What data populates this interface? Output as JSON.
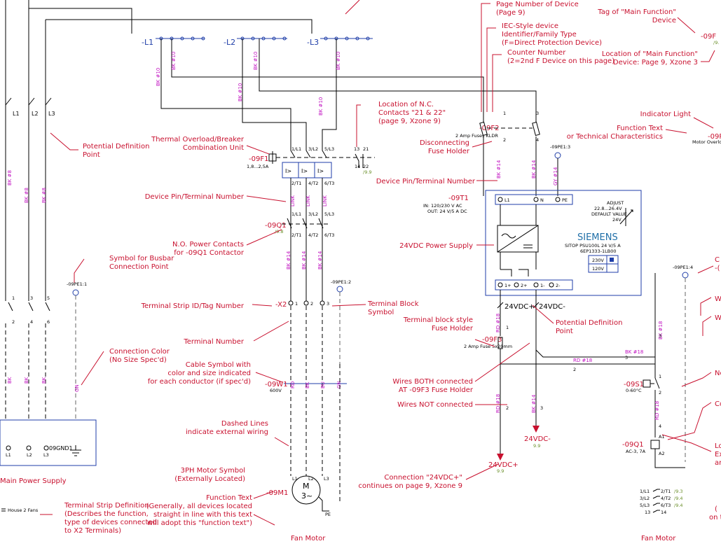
{
  "bus": {
    "l1": "-L1",
    "l2": "-L2",
    "l3": "-L3"
  },
  "left": {
    "phase_l1": "L1",
    "phase_l2": "L2",
    "phase_l3": "L3",
    "wire_bk8": "BK #8",
    "busbar_pe": "-09PE1:1",
    "contact_tags": [
      "1",
      "3",
      "5",
      "2",
      "4",
      "6"
    ],
    "wire_bk": "BK",
    "wire_gn": "GN",
    "terminals": [
      "L1",
      "L2",
      "L3"
    ],
    "ground_tag": "09GND1",
    "main_supply": "Main Power Supply",
    "house_fans": "House 2 Fans"
  },
  "annotations": {
    "potential_def": "Potential Definition\nPoint",
    "busbar_symbol": "Symbol for Busbar\nConnection Point",
    "conn_color": "Connection Color\n(No Size Spec'd)",
    "strip_def": "Terminal Strip Definition\n(Describes the function,\ntype of devices connected\nto X2 Terminals)",
    "thermal": "Thermal Overload/Breaker\nCombination Unit",
    "dev_pin": "Device Pin/Terminal Number",
    "no_contacts": "N.O. Power Contacts\nfor -09Q1 Contactor",
    "strip_id": "Terminal Strip ID/Tag Number",
    "term_num": "Terminal Number",
    "cable_sym": "Cable Symbol with\ncolor and size indicated\nfor each conductor (if spec'd)",
    "dashed": "Dashed Lines\nindicate external wiring",
    "motor_sym": "3PH Motor Symbol\n(Externally Located)",
    "func_text": "Function Text\n(Generally, all devices located\nstraight in line with this text\nwill adopt this \"function text\")",
    "nc_loc": "Location of N.C.\nContacts \"21 & 22\"\n(page 9, Xzone 9)",
    "tb_symbol": "Terminal Block\nSymbol",
    "page_num": "Page Number of Device\n(Page 9)",
    "iec": "IEC-Style device\nIdentifier/Family Type\n(F=Direct Protection Device)",
    "counter": "Counter Number\n(2=2nd F Device on this page)",
    "disc_fuse": "Disconnecting\nFuse Holder",
    "dev_pin2": "Device Pin/Terminal Number",
    "psu": "24VDC Power Supply",
    "tb_fuse": "Terminal block style\nFuse Holder",
    "potential_def2": "Potential Definition\nPoint",
    "wires_both": "Wires BOTH connected\nAT -09F3 Fuse Holder",
    "wires_not": "Wires NOT connected",
    "conn_24": "Connection \"24VDC+\"\ncontinues on page 9, Xzone 9",
    "tag_main": "Tag of \"Main Function\"\nDevice",
    "loc_main": "Location of \"Main Function\"\nDevice: Page 9, Xzone 3",
    "indicator": "Indicator Light",
    "func_text2": "Function Text\nor Technical Characteristics",
    "c_right": "C\n-(",
    "w1": "W",
    "w2": "W",
    "norm": "Norma",
    "conta": "Contac",
    "loc_r": "Lo\nEx\nare",
    "on_r": "(\non t"
  },
  "middle": {
    "bk10": "BK #10",
    "f1_tag": "-09F1",
    "f1_range": "1,8...2,5A",
    "f1_top": [
      "1/L1",
      "3/L2",
      "5/L3",
      "13",
      "21"
    ],
    "f1_bot": [
      "2/T1",
      "4/T2",
      "6/T3",
      "14",
      "22"
    ],
    "f1_ref": "/9.9",
    "link": "LINK",
    "q1_tag": "-09Q1",
    "q1_ref": "/9.8",
    "q1_top": [
      "1/L1",
      "3/L2",
      "5/L3"
    ],
    "q1_bot": [
      "2/T1",
      "4/T2",
      "6/T3"
    ],
    "bk14": "BK #14",
    "pe2": "-09PE1:2",
    "x2_tag": "-X2",
    "x2_terms": [
      "1",
      "2",
      "3"
    ],
    "w1_tag": "-09W1",
    "w1_volt": "600V",
    "cable_colors": [
      "RD",
      "BK",
      "BU",
      "GN"
    ],
    "motor_tag": "-09M1",
    "motor_m": "M",
    "motor_3": "3~",
    "motor_terms": [
      "L1",
      "L2",
      "L3",
      "PE"
    ],
    "fan_motor": "Fan Motor"
  },
  "right": {
    "f2_tag": "-09F2",
    "f2_desc": "2 Amp Fuses KLDR",
    "f2_pins": [
      "1",
      "3",
      "2",
      "4"
    ],
    "pe3": "-09PE1:3",
    "gy14": "GY #14",
    "t1_tag": "-09T1",
    "t1_in": "IN: 120/230 V AC",
    "t1_out": "OUT: 24 V/5 A DC",
    "t1_pins_top": [
      "L1",
      "N",
      "PE"
    ],
    "t1_pins_bot": [
      "1+",
      "2+",
      "1-",
      "2-"
    ],
    "adjust": "ADJUST\n22.8...26.4V\nDEFAULT VALUE\n24V",
    "siemens": "SIEMENS",
    "sitop": "SITOP PSU100L 24 V/5 A\n6EP1333-1LB00",
    "volt_sel": [
      "230V",
      "120V"
    ],
    "dc_plus": "24VDC+",
    "dc_minus": "24VDC-",
    "rd18": "RD #18",
    "f3_tag": "-09F3",
    "f3_desc": "2 Amp Fuse 5x20mm",
    "bk18": "BK #18",
    "wire_nums": [
      "1",
      "1",
      "2",
      "3",
      "2",
      "3"
    ],
    "out_plus": "24VDC+",
    "out_plus_ref": "9.9",
    "out_minus": "24VDC-",
    "out_minus_ref": "9.9"
  },
  "far_right": {
    "f_tag": "-09F",
    "f_ref": "/9.",
    "p_tag": "-09P",
    "p_desc": "Motor Overloa",
    "pe4": "-09PE1:4",
    "bk18": "BK #18",
    "s1_tag": "-09S1",
    "s1_range": "0-60°C",
    "s1_pins": [
      "1",
      "2"
    ],
    "rd18": "RD #18",
    "wire_nums": [
      "3",
      "4"
    ],
    "q1_tag": "-09Q1",
    "q1_desc": "AC-3, 7A",
    "coil_pins": [
      "A1",
      "A2"
    ],
    "xref": [
      {
        "a": "1/L1",
        "b": "2/T1",
        "ref": "/9.3"
      },
      {
        "a": "3/L2",
        "b": "4/T2",
        "ref": "/9.4"
      },
      {
        "a": "5/L3",
        "b": "6/T3",
        "ref": "/9.4"
      },
      {
        "a": "13",
        "b": "14",
        "ref": ""
      }
    ],
    "fan_motor": "Fan Motor"
  }
}
